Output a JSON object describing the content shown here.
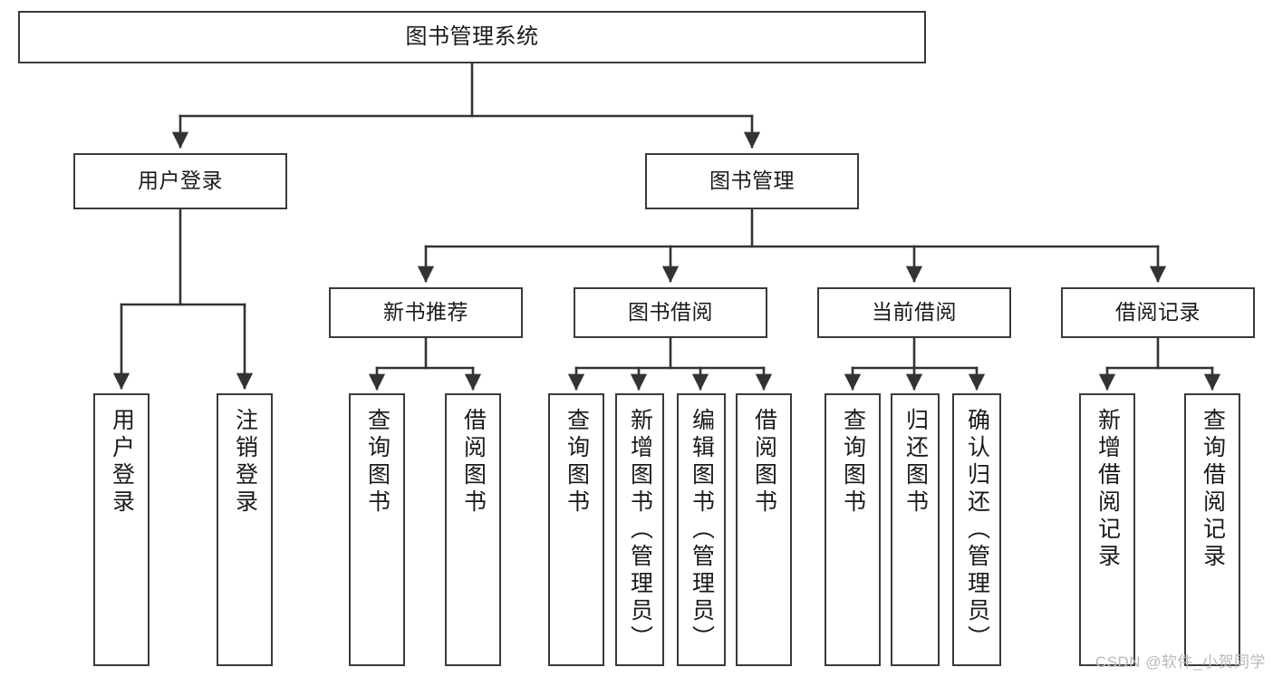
{
  "diagram": {
    "title": "图书管理系统",
    "type": "tree-hierarchy-chart",
    "colors": {
      "box_border": "#3a3a3a",
      "box_fill": "#ffffff",
      "edge": "#333333",
      "text": "#1a1a1a",
      "watermark": "#b9b9b9",
      "background": "#ffffff"
    }
  },
  "nodes": {
    "root": {
      "label": "图书管理系统"
    },
    "level2": {
      "user_login": {
        "label": "用户登录"
      },
      "book_manage": {
        "label": "图书管理"
      }
    },
    "level3": {
      "new_book_rec": {
        "label": "新书推荐"
      },
      "book_borrow": {
        "label": "图书借阅"
      },
      "current_borrow": {
        "label": "当前借阅"
      },
      "borrow_record": {
        "label": "借阅记录"
      }
    },
    "leaves": {
      "user_login_children": [
        {
          "label": "用户登录"
        },
        {
          "label": "注销登录"
        }
      ],
      "new_book_rec_children": [
        {
          "label": "查询图书"
        },
        {
          "label": "借阅图书"
        }
      ],
      "book_borrow_children": [
        {
          "label": "查询图书"
        },
        {
          "label": "新增图书（管理员）"
        },
        {
          "label": "编辑图书（管理员）"
        },
        {
          "label": "借阅图书"
        }
      ],
      "current_borrow_children": [
        {
          "label": "查询图书"
        },
        {
          "label": "归还图书"
        },
        {
          "label": "确认归还（管理员）"
        }
      ],
      "borrow_record_children": [
        {
          "label": "新增借阅记录"
        },
        {
          "label": "查询借阅记录"
        }
      ]
    }
  },
  "watermark": {
    "text": "CSDN @软件_小贺同学"
  }
}
